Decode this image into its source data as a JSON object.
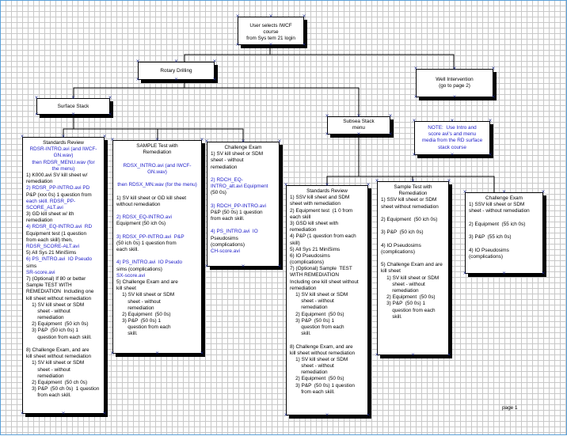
{
  "boxes": {
    "top": {
      "lines": [
        {
          "t": "User selects IWCF course"
        },
        {
          "t": "from Sys tem 21 login"
        }
      ]
    },
    "rotary": {
      "lines": [
        {
          "t": "Rotary Drilling"
        }
      ]
    },
    "well": {
      "lines": [
        {
          "t": "Well Intervention"
        },
        {
          "t": "(go to page 2)"
        }
      ]
    },
    "surface": {
      "lines": [
        {
          "t": "Surface Stack"
        }
      ]
    },
    "subsea": {
      "lines": [
        {
          "t": "Subsea Stack"
        },
        {
          "t": "menu"
        }
      ]
    },
    "note": {
      "lines": [
        {
          "t": "NOTE:  Use Intro and",
          "c": "blue"
        },
        {
          "t": "score avi's and menu",
          "c": "blue"
        },
        {
          "t": "media from the RD surface",
          "c": "blue"
        },
        {
          "t": "stack course",
          "c": "blue"
        }
      ]
    },
    "sr_surface": {
      "lines": [
        {
          "t": "Standards Review",
          "h": true
        },
        {
          "t": "RDSR-INTRO.avi (and IWCF-",
          "c": "blue",
          "h": true
        },
        {
          "t": "GN.wav)",
          "c": "blue",
          "h": true
        },
        {
          "t": "then RDSR_MENU.wav (for",
          "c": "blue",
          "h": true
        },
        {
          "t": "the menu)",
          "c": "blue",
          "h": true
        },
        {
          "t": "1) K000.avi SV kill sheet w/"
        },
        {
          "t": "remediation"
        },
        {
          "t": "2) RDSR_PP-INTRO.avi PD",
          "c": "blue"
        },
        {
          "t": "P&P (xxx 0s) 1 question from"
        },
        {
          "t": "each skill. RDSR_PP-",
          "c": "blue"
        },
        {
          "t": "SCORE_ALT.avi",
          "c": "blue"
        },
        {
          "t": "3) GD kill sheet w/ ith"
        },
        {
          "t": "remediation"
        },
        {
          "t": "4) RDSR_EQ-INTRO.avi  RD",
          "c": "blue"
        },
        {
          "t": "Equipment test (1 question"
        },
        {
          "t": "from each skill) then,"
        },
        {
          "t": "RDSR_SCORE-ALT.avi",
          "c": "blue"
        },
        {
          "t": "5) All Sys 21 MiniSims"
        },
        {
          "t": "6) PS_INTRO.avi  IO Pseudo",
          "c": "blue"
        },
        {
          "t": "sims"
        },
        {
          "t": "SR-score.avi",
          "c": "blue"
        },
        {
          "t": "7) (Optional) If 80 or better"
        },
        {
          "t": "Sample TEST WITH"
        },
        {
          "t": "REMEDIATION  Including one"
        },
        {
          "t": "kill sheet without remediation"
        },
        {
          "t": "    1) SV kill sheet or SDM"
        },
        {
          "t": "        sheet - without"
        },
        {
          "t": "        remediation"
        },
        {
          "t": "    2) Equipment  (50 ich 0s)"
        },
        {
          "t": "    3) P&P  (50 ich 0s) 1"
        },
        {
          "t": "        question from each skill."
        },
        {
          "t": " "
        },
        {
          "t": "8) Challenge Exam, and are"
        },
        {
          "t": "kill sheet without remediation"
        },
        {
          "t": "    1) SV kill sheet or SDM"
        },
        {
          "t": "        sheet - without"
        },
        {
          "t": "        remediation"
        },
        {
          "t": "    2) Equipment  (50 ch 0s)"
        },
        {
          "t": "    3) P&P  (50 ch 0s)  1 question"
        },
        {
          "t": "        from each skill."
        }
      ]
    },
    "sample_surface": {
      "lines": [
        {
          "t": "SAMPLE Test with",
          "h": true
        },
        {
          "t": "Remediation",
          "h": true
        },
        {
          "t": " "
        },
        {
          "t": "RDSX_INTRO.avi (and IWCF-",
          "c": "blue",
          "h": true
        },
        {
          "t": "GN.wav)",
          "c": "blue",
          "h": true
        },
        {
          "t": " "
        },
        {
          "t": "then RDSX_MN.wav (for the menu)",
          "c": "blue",
          "h": true
        },
        {
          "t": " "
        },
        {
          "t": "1) SV kill sheet or GD kill sheet"
        },
        {
          "t": "without remediation"
        },
        {
          "t": " "
        },
        {
          "t": "2) RDSX_EQ-INTRO.avi",
          "c": "blue"
        },
        {
          "t": "Equipment (50 ich 0s)"
        },
        {
          "t": " "
        },
        {
          "t": "3) RDSX_PP-INTRO.avi  P&P",
          "c": "blue"
        },
        {
          "t": "(50 ich 0s) 1 question from"
        },
        {
          "t": "each skill."
        },
        {
          "t": " "
        },
        {
          "t": "4) PS_INTRO.avi  IO Pseudo",
          "c": "blue"
        },
        {
          "t": "sims (complications)"
        },
        {
          "t": "SX-score.avi",
          "c": "blue"
        },
        {
          "t": "5) Challenge Exam and are"
        },
        {
          "t": "kill sheet"
        },
        {
          "t": "    1) SV kill sheet or SDM"
        },
        {
          "t": "        sheet - without"
        },
        {
          "t": "        remediation"
        },
        {
          "t": "    2) Equipment  (50 0s)"
        },
        {
          "t": "    3) P&P  (50 0s) 1"
        },
        {
          "t": "        question from each"
        },
        {
          "t": "        skill."
        }
      ]
    },
    "chal_surface": {
      "lines": [
        {
          "t": "Challenge Exam",
          "h": true
        },
        {
          "t": "1) SV kill sheet or SDM"
        },
        {
          "t": "sheet - without"
        },
        {
          "t": "remediation"
        },
        {
          "t": " "
        },
        {
          "t": "2) RDCH_EQ-",
          "c": "blue"
        },
        {
          "t": "INTRO_alt.avi Equipment",
          "c": "blue"
        },
        {
          "t": "(50 0s)"
        },
        {
          "t": " "
        },
        {
          "t": "3) RDCH_PP-INTRO.avi",
          "c": "blue"
        },
        {
          "t": "P&P (50 0s) 1 question"
        },
        {
          "t": "from each skill."
        },
        {
          "t": " "
        },
        {
          "t": "4) PS_INTRO.avi  IO",
          "c": "blue"
        },
        {
          "t": "Pseudosims"
        },
        {
          "t": "(complications)"
        },
        {
          "t": "CH-score.avi",
          "c": "blue"
        }
      ]
    },
    "sr_subsea": {
      "lines": [
        {
          "t": "Standards Review",
          "h": true
        },
        {
          "t": "1) SSV kill sheet and SDM"
        },
        {
          "t": "sheet with remediation"
        },
        {
          "t": "2) Equipment test  (1 0 from"
        },
        {
          "t": "each skill"
        },
        {
          "t": "3) GSD kill sheet with"
        },
        {
          "t": "remediation"
        },
        {
          "t": "4) P&P (1 question from each"
        },
        {
          "t": "skill)"
        },
        {
          "t": "5) All Sys 21 MiniSims"
        },
        {
          "t": "6) IO Pseudosims"
        },
        {
          "t": "(complications)"
        },
        {
          "t": "7) (Optional) Sample  TEST"
        },
        {
          "t": "WITH REMEDIATION"
        },
        {
          "t": "Including one kill sheet without"
        },
        {
          "t": "remediation"
        },
        {
          "t": "    1) SV kill sheet or SDM"
        },
        {
          "t": "        sheet - without"
        },
        {
          "t": "        remediation"
        },
        {
          "t": "    2) Equipment  (50 0s)"
        },
        {
          "t": "    3) P&P  (50 0s) 1"
        },
        {
          "t": "        question from each"
        },
        {
          "t": "        skill."
        },
        {
          "t": " "
        },
        {
          "t": "8) Challenge Exam, and are"
        },
        {
          "t": "kill sheet without remediation"
        },
        {
          "t": "    1) SV kill sheet or SDM"
        },
        {
          "t": "        sheet - without"
        },
        {
          "t": "        remediation"
        },
        {
          "t": "    2) Equipment  (50 0s)"
        },
        {
          "t": "    3) P&P  (50 0s) 1 question"
        },
        {
          "t": "        from each skill."
        }
      ]
    },
    "sample_subsea": {
      "lines": [
        {
          "t": "Sample Test with",
          "h": true
        },
        {
          "t": "Remediation",
          "h": true
        },
        {
          "t": "1) SSV kill sheet or SDM"
        },
        {
          "t": "sheet without remediation"
        },
        {
          "t": " "
        },
        {
          "t": "2) Equipment  (50 ich 0s)"
        },
        {
          "t": " "
        },
        {
          "t": "3) P&P  (50 ich 0s)"
        },
        {
          "t": " "
        },
        {
          "t": "4) IO Pseudosims"
        },
        {
          "t": "(complications)"
        },
        {
          "t": " "
        },
        {
          "t": "5) Challenge Exam and are"
        },
        {
          "t": "kill sheet"
        },
        {
          "t": "    1) SV kill sheet or SDM"
        },
        {
          "t": "        sheet - without"
        },
        {
          "t": "        remediation"
        },
        {
          "t": "    2) Equipment  (50 0s)"
        },
        {
          "t": "    3) P&P  (50 0s) 1"
        },
        {
          "t": "        question from each"
        },
        {
          "t": "        skill."
        }
      ]
    },
    "chal_subsea": {
      "lines": [
        {
          "t": "Challenge Exam",
          "h": true
        },
        {
          "t": "1) SSV kill sheet or SDM"
        },
        {
          "t": "sheet - without remediation"
        },
        {
          "t": " "
        },
        {
          "t": "2) Equipment  (55 ich 0s)"
        },
        {
          "t": " "
        },
        {
          "t": "3) P&P  (55 ich 0s)"
        },
        {
          "t": " "
        },
        {
          "t": "4) IO Pseudosims"
        },
        {
          "t": "(complications)"
        }
      ]
    }
  },
  "footer": {
    "page_label": "page 1"
  },
  "colors": {
    "grid": "#c8c8c8",
    "frame": "#5aa0d8",
    "link_text": "#1c1cc8",
    "handle": "#1d2b8f",
    "line": "#000000"
  },
  "icons": {
    "handle": "x-handle-icon"
  }
}
